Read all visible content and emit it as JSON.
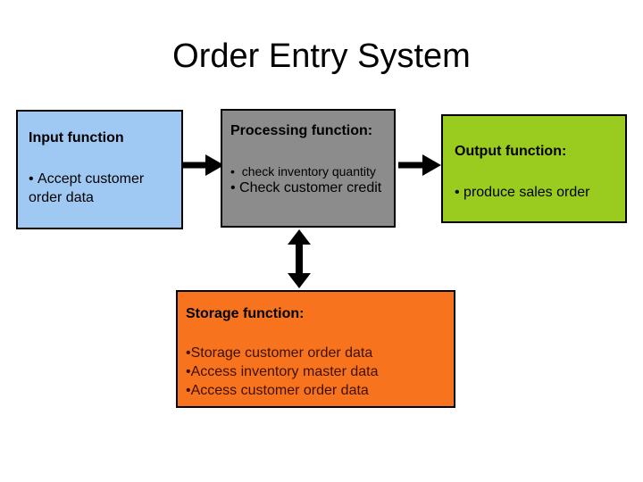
{
  "title": "Order Entry System",
  "boxes": {
    "input": {
      "heading": "Input function",
      "bullets": [
        "Accept customer order data"
      ]
    },
    "processing": {
      "heading": "Processing function:",
      "bullets": [
        "check inventory quantity",
        "Check customer credit"
      ]
    },
    "output": {
      "heading": "Output function:",
      "bullets": [
        "produce sales order"
      ]
    },
    "storage": {
      "heading": "Storage function:",
      "bullets": [
        "Storage customer order data",
        "Access inventory master data",
        "Access customer order data"
      ]
    }
  },
  "icons": {
    "input_to_processing": "right-arrow-icon",
    "processing_to_output": "right-arrow-icon",
    "processing_storage": "vertical-double-arrow-icon"
  },
  "colors": {
    "input_box": "#9FC9F3",
    "processing_box": "#8C8C8C",
    "output_box": "#99CC1F",
    "storage_box": "#F8731D",
    "storage_text": "#3D1000",
    "border": "#000000",
    "arrow": "#000000",
    "background": "#FFFFFF",
    "title_text": "#000000"
  }
}
